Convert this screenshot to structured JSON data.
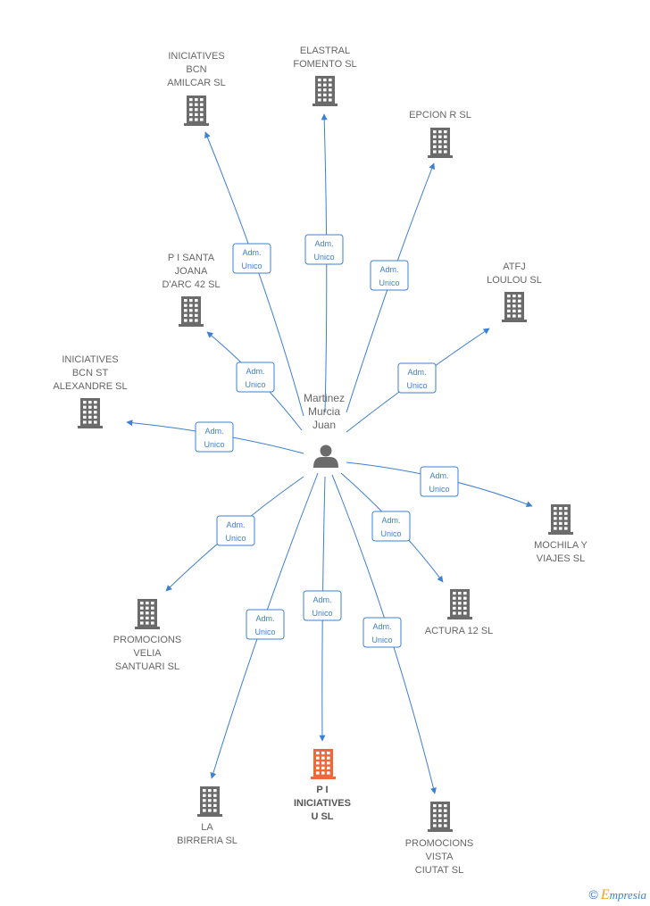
{
  "center": {
    "name_lines": [
      "Martinez",
      "Murcia",
      "Juan"
    ],
    "icon": "person-icon"
  },
  "nodes": [
    {
      "id": "iniciatives-bcn-amilcar",
      "lines": [
        "INICIATIVES",
        "BCN",
        "AMILCAR SL"
      ],
      "icon": "building-icon",
      "highlight": false
    },
    {
      "id": "elastral-fomento",
      "lines": [
        "ELASTRAL",
        "FOMENTO SL"
      ],
      "icon": "building-icon",
      "highlight": false
    },
    {
      "id": "epcion-r",
      "lines": [
        "EPCION R SL"
      ],
      "icon": "building-icon",
      "highlight": false
    },
    {
      "id": "p-i-santa-joana",
      "lines": [
        "P I SANTA",
        "JOANA",
        "D'ARC 42 SL"
      ],
      "icon": "building-icon",
      "highlight": false
    },
    {
      "id": "atfj-loulou",
      "lines": [
        "ATFJ",
        "LOULOU  SL"
      ],
      "icon": "building-icon",
      "highlight": false
    },
    {
      "id": "iniciatives-bcn-st-alexandre",
      "lines": [
        "INICIATIVES",
        "BCN ST",
        "ALEXANDRE SL"
      ],
      "icon": "building-icon",
      "highlight": false
    },
    {
      "id": "mochila-y-viajes",
      "lines": [
        "MOCHILA Y",
        "VIAJES SL"
      ],
      "icon": "building-icon",
      "highlight": false
    },
    {
      "id": "actura-12",
      "lines": [
        "ACTURA 12 SL"
      ],
      "icon": "building-icon",
      "highlight": false
    },
    {
      "id": "promocions-velia",
      "lines": [
        "PROMOCIONS",
        "VELIA",
        "SANTUARI SL"
      ],
      "icon": "building-icon",
      "highlight": false
    },
    {
      "id": "la-birreria",
      "lines": [
        "LA",
        "BIRRERIA SL"
      ],
      "icon": "building-icon",
      "highlight": false
    },
    {
      "id": "p-i-iniciatives-u",
      "lines": [
        "P I",
        "INICIATIVES",
        "U SL"
      ],
      "icon": "building-icon",
      "highlight": true
    },
    {
      "id": "promocions-vista-ciutat",
      "lines": [
        "PROMOCIONS",
        "VISTA",
        "CIUTAT SL"
      ],
      "icon": "building-icon",
      "highlight": false
    }
  ],
  "edges": [
    {
      "target": "iniciatives-bcn-amilcar",
      "label": [
        "Adm.",
        "Unico"
      ]
    },
    {
      "target": "elastral-fomento",
      "label": [
        "Adm.",
        "Unico"
      ]
    },
    {
      "target": "epcion-r",
      "label": [
        "Adm.",
        "Unico"
      ]
    },
    {
      "target": "p-i-santa-joana",
      "label": [
        "Adm.",
        "Unico"
      ]
    },
    {
      "target": "atfj-loulou",
      "label": [
        "Adm.",
        "Unico"
      ]
    },
    {
      "target": "iniciatives-bcn-st-alexandre",
      "label": [
        "Adm.",
        "Unico"
      ]
    },
    {
      "target": "mochila-y-viajes",
      "label": [
        "Adm.",
        "Unico"
      ]
    },
    {
      "target": "actura-12",
      "label": [
        "Adm.",
        "Unico"
      ]
    },
    {
      "target": "promocions-velia",
      "label": [
        "Adm.",
        "Unico"
      ]
    },
    {
      "target": "la-birreria",
      "label": [
        "Adm.",
        "Unico"
      ]
    },
    {
      "target": "p-i-iniciatives-u",
      "label": [
        "Adm.",
        "Unico"
      ]
    },
    {
      "target": "promocions-vista-ciutat",
      "label": [
        "Adm.",
        "Unico"
      ]
    }
  ],
  "colors": {
    "edge": "#3d7fd0",
    "building": "#6b6b6b",
    "building_highlight": "#f0673a",
    "person": "#6b6b6b"
  },
  "footer": {
    "copyright_symbol": "©",
    "brand_initial": "E",
    "brand_rest": "mpresia"
  }
}
